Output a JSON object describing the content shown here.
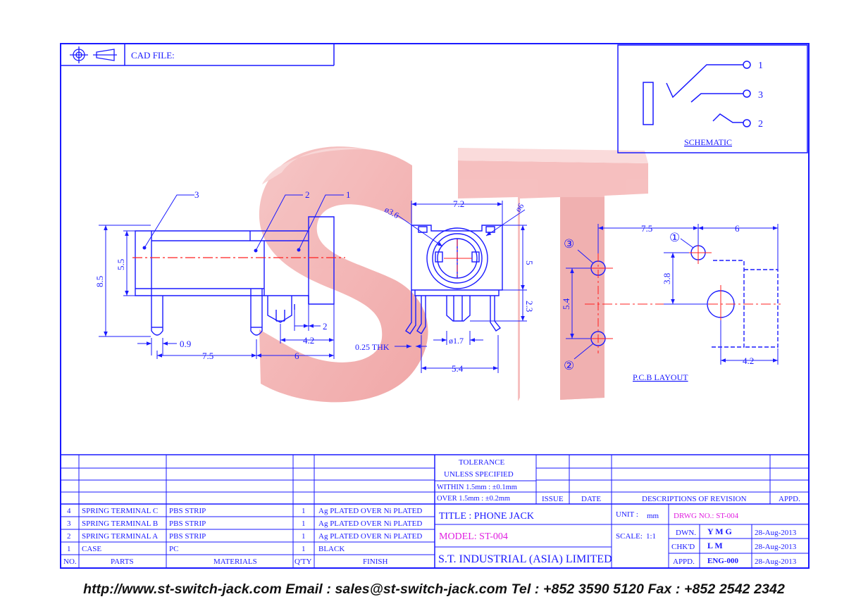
{
  "header": {
    "cad_file_label": "CAD FILE:"
  },
  "schematic": {
    "pin1": "1",
    "pin3": "3",
    "pin2": "2",
    "label": "SCHEMATIC"
  },
  "watermark": {
    "text": "ST"
  },
  "side_view": {
    "callout_3": "3",
    "callout_2": "2",
    "callout_1": "1",
    "dim_overall_height": "8.5",
    "dim_body_height": "5.5",
    "dim_0_9": "0.9",
    "dim_7_5": "7.5",
    "dim_6": "6",
    "dim_4_2": "4.2",
    "dim_2": "2"
  },
  "front_view": {
    "dim_7_2": "7.2",
    "dim_phi3_6": "ø3.6",
    "dim_phi6": "ø6",
    "dim_5": "5",
    "dim_2_3": "2.3",
    "dim_phi1_7": "ø1.7",
    "dim_5_4": "5.4",
    "thickness": "0.25 THK"
  },
  "pcb_layout": {
    "dim_7_5": "7.5",
    "dim_6": "6",
    "dim_3_8": "3.8",
    "dim_5_4": "5.4",
    "dim_4_2": "4.2",
    "pad_1": "①",
    "pad_2": "②",
    "pad_3": "③",
    "label": "P.C.B LAYOUT"
  },
  "tolerance": {
    "line1": "TOLERANCE",
    "line2": "UNLESS   SPECIFIED",
    "within": "WITHIN  1.5mm : ±0.1mm",
    "over": "OVER    1.5mm : ±0.2mm"
  },
  "revision": {
    "issue": "ISSUE",
    "date": "DATE",
    "descriptions": "DESCRIPTIONS  OF  REVISION",
    "appd": "APPD."
  },
  "bom": {
    "headers": {
      "no": "NO.",
      "parts": "PARTS",
      "materials": "MATERIALS",
      "qty": "Q'TY",
      "finish": "FINISH"
    },
    "rows": [
      {
        "no": "4",
        "part": "SPRING TERMINAL C",
        "material": "PBS STRIP",
        "qty": "1",
        "finish": "Ag PLATED OVER Ni PLATED"
      },
      {
        "no": "3",
        "part": "SPRING TERMINAL B",
        "material": "PBS STRIP",
        "qty": "1",
        "finish": "Ag PLATED OVER Ni PLATED"
      },
      {
        "no": "2",
        "part": "SPRING TERMINAL A",
        "material": "PBS STRIP",
        "qty": "1",
        "finish": "Ag PLATED OVER Ni PLATED"
      },
      {
        "no": "1",
        "part": "CASE",
        "material": "PC",
        "qty": "1",
        "finish": "BLACK"
      }
    ]
  },
  "title_block": {
    "title": "TITLE : PHONE JACK",
    "model": "MODEL: ST-004",
    "unit_label": "UNIT :",
    "unit_value": "mm",
    "drwg_no": "DRWG NO.: ST-004",
    "scale_label": "SCALE:",
    "scale_value": "1:1",
    "company": "S.T.  INDUSTRIAL  (ASIA)  LIMITED",
    "dwn_label": "DWN.",
    "dwn_value": "Y M G",
    "dwn_date": "28-Aug-2013",
    "chkd_label": "CHK'D",
    "chkd_value": "L M",
    "chkd_date": "28-Aug-2013",
    "appd_label": "APPD.",
    "appd_value": "ENG-000",
    "appd_date": "28-Aug-2013"
  },
  "footer": {
    "text": "http://www.st-switch-jack.com  Email : sales@st-switch-jack.com  Tel : +852 3590 5120  Fax : +852 2542 2342"
  },
  "colors": {
    "line": "#1a1aff",
    "centerline": "#ff2020",
    "watermark": "#f19a9a",
    "magenta": "#e01ee0"
  }
}
